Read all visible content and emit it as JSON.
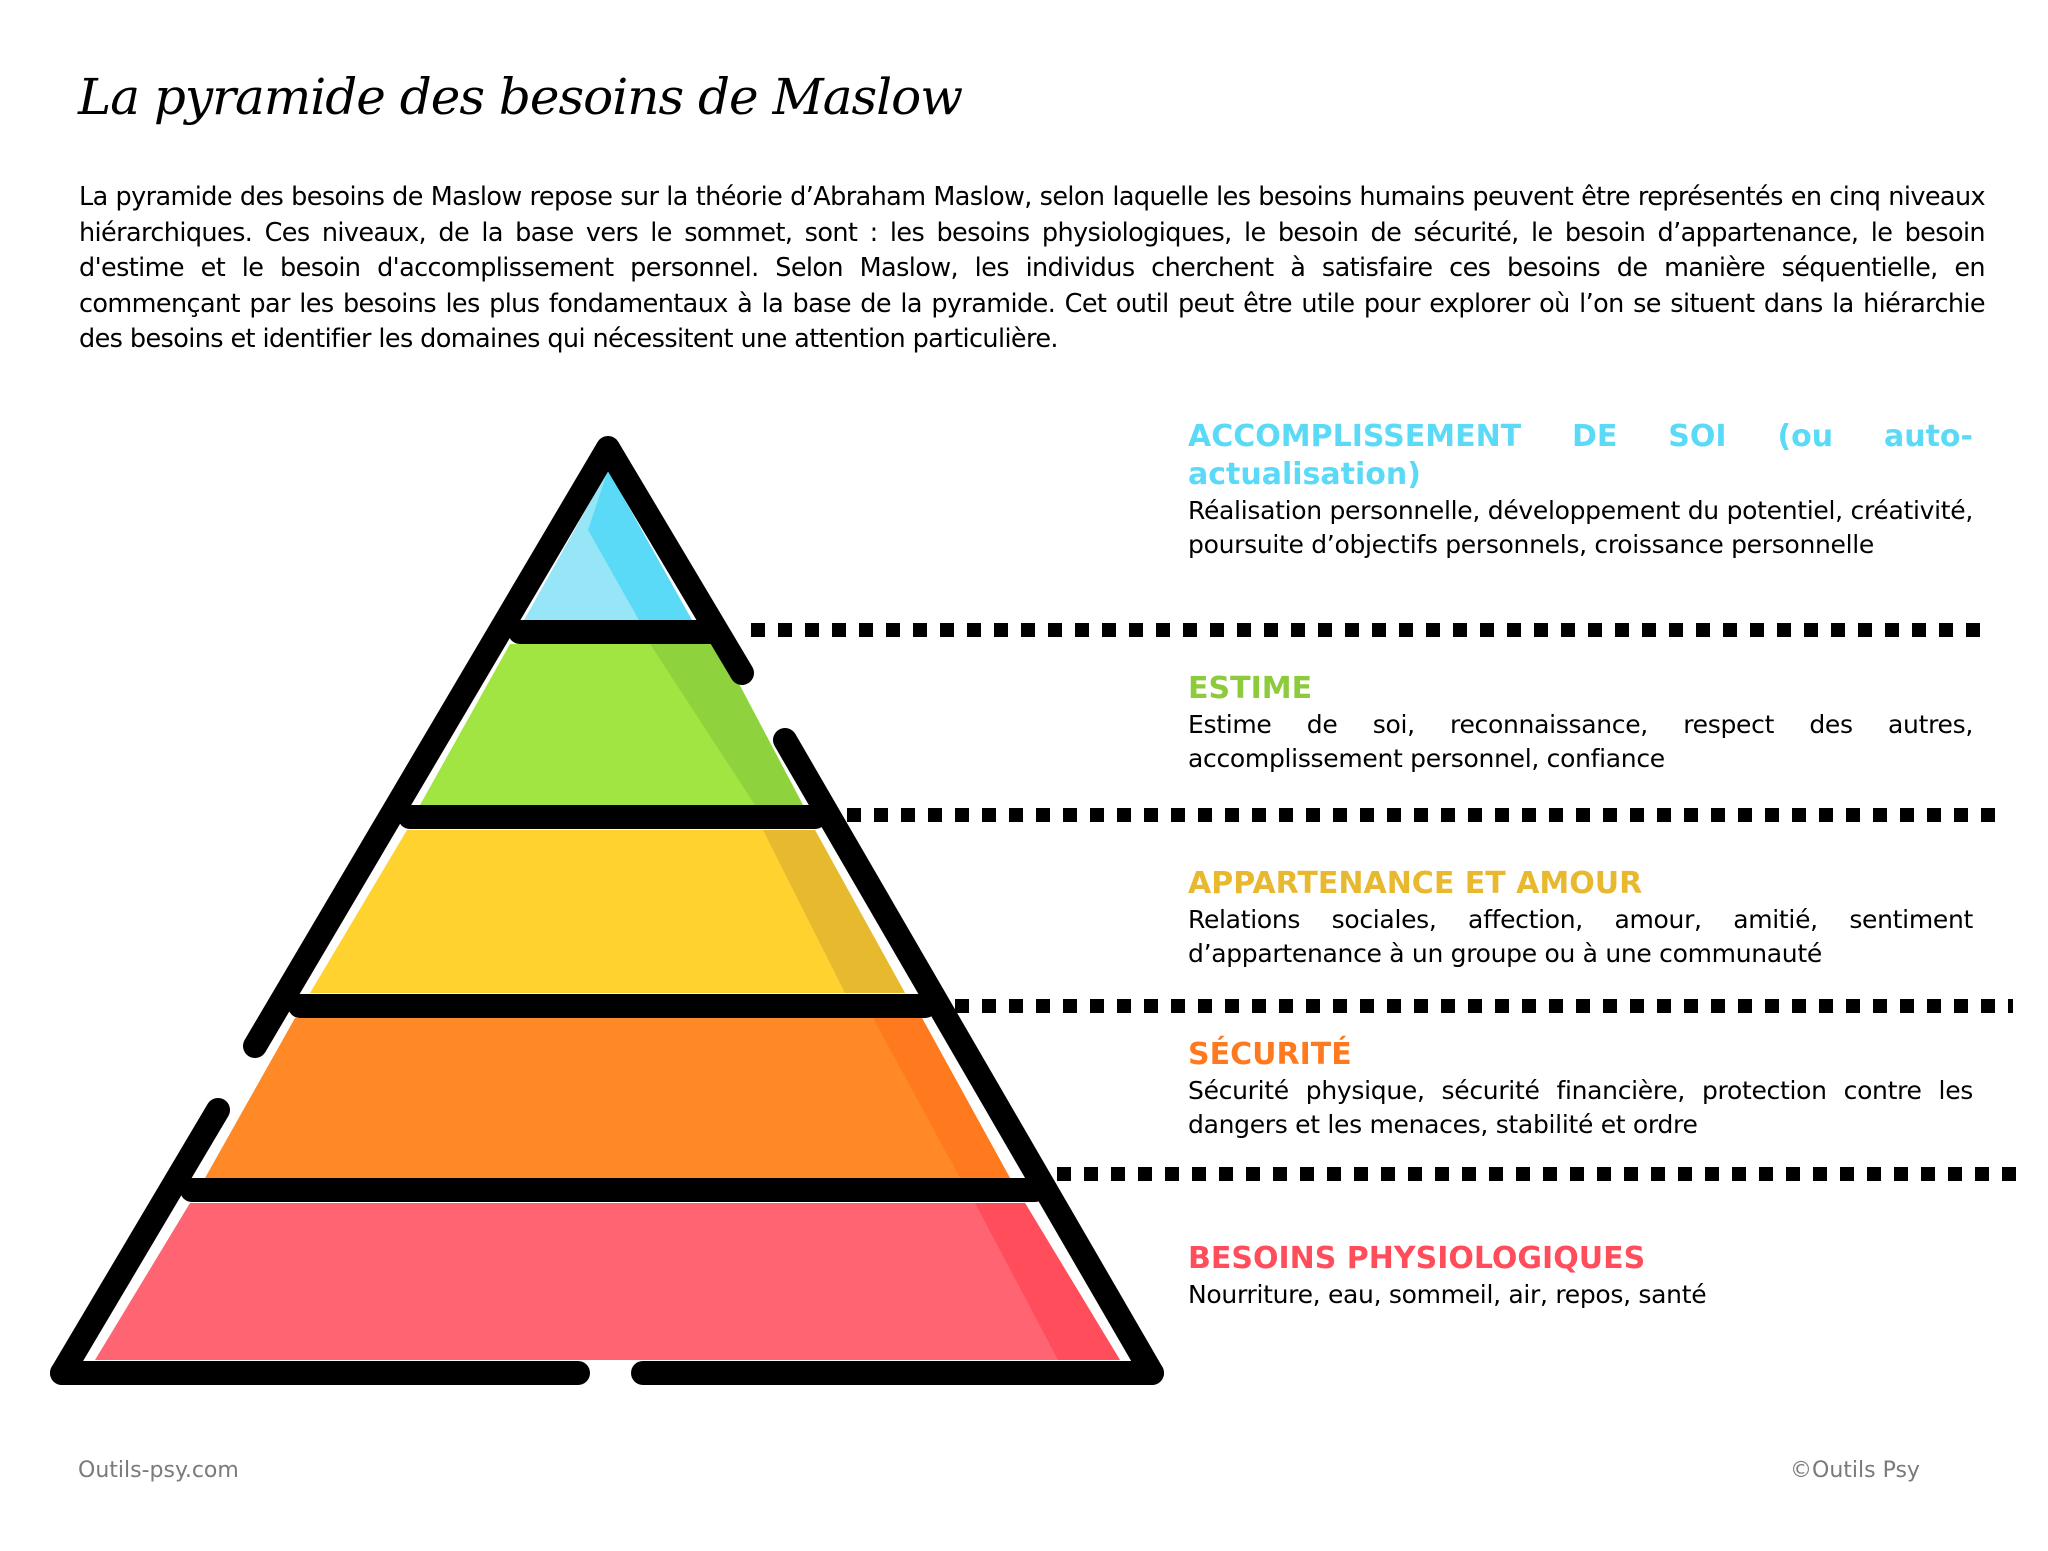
{
  "title": "La pyramide des besoins de Maslow",
  "intro": "La pyramide des besoins de Maslow repose sur la théorie d’Abraham Maslow, selon laquelle les besoins humains peuvent être représentés en cinq niveaux hiérarchiques. Ces niveaux, de la base vers le sommet, sont : les besoins physiologiques, le besoin de sécurité, le besoin d’appartenance, le besoin d'estime et le besoin d'accomplissement personnel. Selon Maslow, les individus cherchent à satisfaire ces besoins de manière séquentielle, en commençant par les besoins les plus fondamentaux à la base de la pyramide. Cet outil peut être utile pour explorer où l’on se situent dans la hiérarchie des besoins et identifier les domaines qui nécessitent une attention particulière.",
  "levels": [
    {
      "heading": "ACCOMPLISSEMENT DE SOI (ou auto-actualisation)",
      "description": "Réalisation personnelle, développement du potentiel, créativité, poursuite d’objectifs personnels, croissance personnelle",
      "color": "#5BDAF7",
      "fill": "#5BDAF7",
      "fill_light": "#97E6F8"
    },
    {
      "heading": "ESTIME",
      "description": "Estime de soi, reconnaissance, respect des autres, accomplissement personnel, confiance",
      "color": "#8DCB3C",
      "fill": "#A0E542",
      "fill_dark": "#8ED33E"
    },
    {
      "heading": "APPARTENANCE ET AMOUR",
      "description": "Relations sociales, affection, amour, amitié, sentiment d’appartenance à un groupe ou à une communauté",
      "color": "#E8B82E",
      "fill": "#FFD230",
      "fill_dark": "#E6B92E"
    },
    {
      "heading": "SÉCURITÉ",
      "description": "Sécurité physique, sécurité financière, protection contre les dangers et les menaces, stabilité et ordre",
      "color": "#FF7A1E",
      "fill": "#FF8927",
      "fill_dark": "#FF7A1E"
    },
    {
      "heading": "BESOINS PHYSIOLOGIQUES",
      "description": "Nourriture, eau, sommeil, air, repos, santé",
      "color": "#FF4D5C",
      "fill": "#FF6472",
      "fill_dark": "#FF4D5C"
    }
  ],
  "footer": {
    "left": "Outils-psy.com",
    "right": "©Outils Psy"
  }
}
